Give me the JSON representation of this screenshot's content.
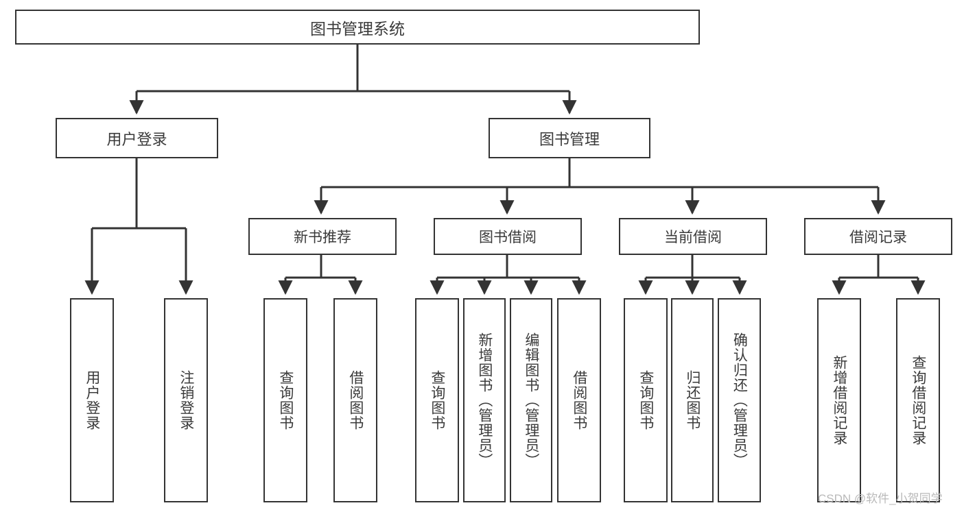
{
  "diagram": {
    "type": "tree",
    "title": "图书管理系统",
    "root": {
      "label": "图书管理系统"
    },
    "level2": [
      {
        "label": "用户登录"
      },
      {
        "label": "图书管理"
      }
    ],
    "level3": [
      {
        "label": "新书推荐"
      },
      {
        "label": "图书借阅"
      },
      {
        "label": "当前借阅"
      },
      {
        "label": "借阅记录"
      }
    ],
    "leaves": {
      "user_login": [
        {
          "label": "用户登录"
        },
        {
          "label": "注销登录"
        }
      ],
      "new_book_recommend": [
        {
          "label": "查询图书"
        },
        {
          "label": "借阅图书"
        }
      ],
      "book_borrow": [
        {
          "label": "查询图书"
        },
        {
          "label": "新增图书（管理员）"
        },
        {
          "label": "编辑图书（管理员）"
        },
        {
          "label": "借阅图书"
        }
      ],
      "current_borrow": [
        {
          "label": "查询图书"
        },
        {
          "label": "归还图书"
        },
        {
          "label": "确认归还（管理员）"
        }
      ],
      "borrow_record": [
        {
          "label": "新增借阅记录"
        },
        {
          "label": "查询借阅记录"
        }
      ]
    }
  },
  "watermark": {
    "text": "CSDN @软件_小贺同学"
  },
  "colors": {
    "box_border": "#333333",
    "box_fill": "#ffffff",
    "text": "#3a3a3a",
    "connector": "#333333",
    "watermark": "#b9b9b9"
  }
}
